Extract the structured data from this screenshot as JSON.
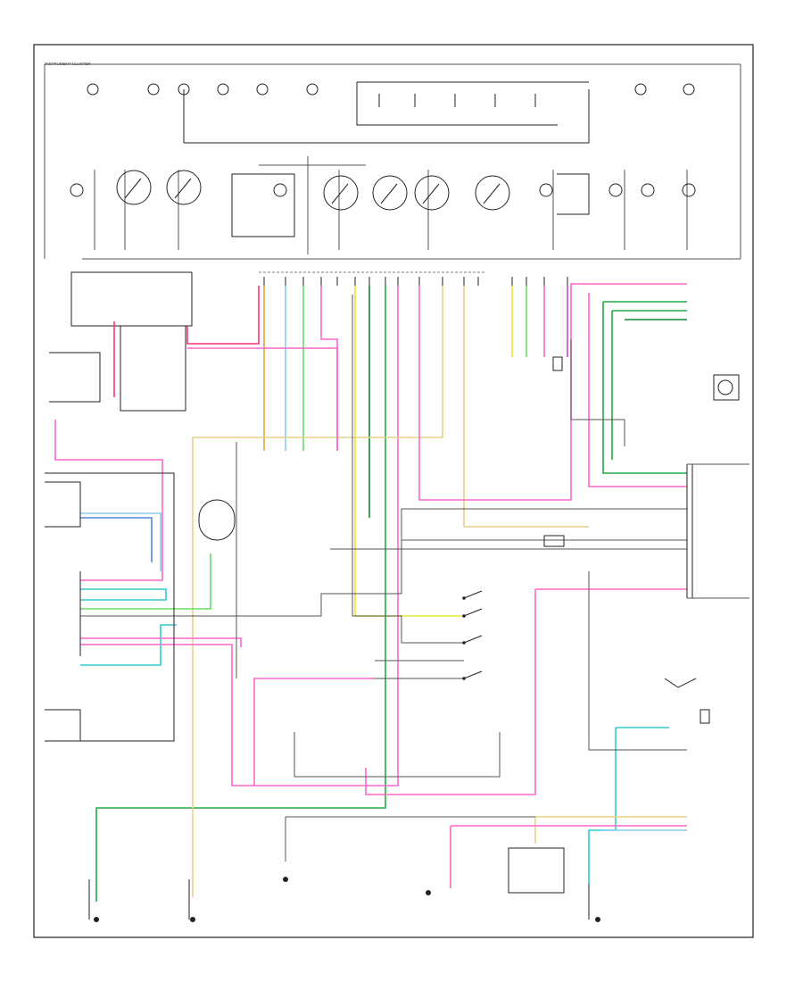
{
  "diagram": {
    "header_label": "INSTRUMENT CLUSTER",
    "footer_label": "",
    "sections": {
      "cluster_panel": "Instrument Cluster",
      "pcm_block": "",
      "left_sensor_block": "",
      "fuel_pump_block": "",
      "right_connector_block": ""
    }
  },
  "colors": {
    "frame": "#222222",
    "pink": "#ff66cc",
    "red_pink": "#ff3377",
    "light_green": "#66dd66",
    "green": "#22aa44",
    "dark_green": "#118833",
    "yellow": "#e8e833",
    "tan": "#e8d088",
    "cyan": "#33cccc",
    "light_blue": "#88ccee",
    "blue": "#5588dd",
    "orange": "#e8a040",
    "gray": "#666666",
    "violet": "#cc44dd"
  },
  "gauges": [
    {
      "id": "gauge-1"
    },
    {
      "id": "gauge-2"
    },
    {
      "id": "gauge-3"
    },
    {
      "id": "gauge-4"
    },
    {
      "id": "gauge-5"
    },
    {
      "id": "gauge-6"
    }
  ]
}
